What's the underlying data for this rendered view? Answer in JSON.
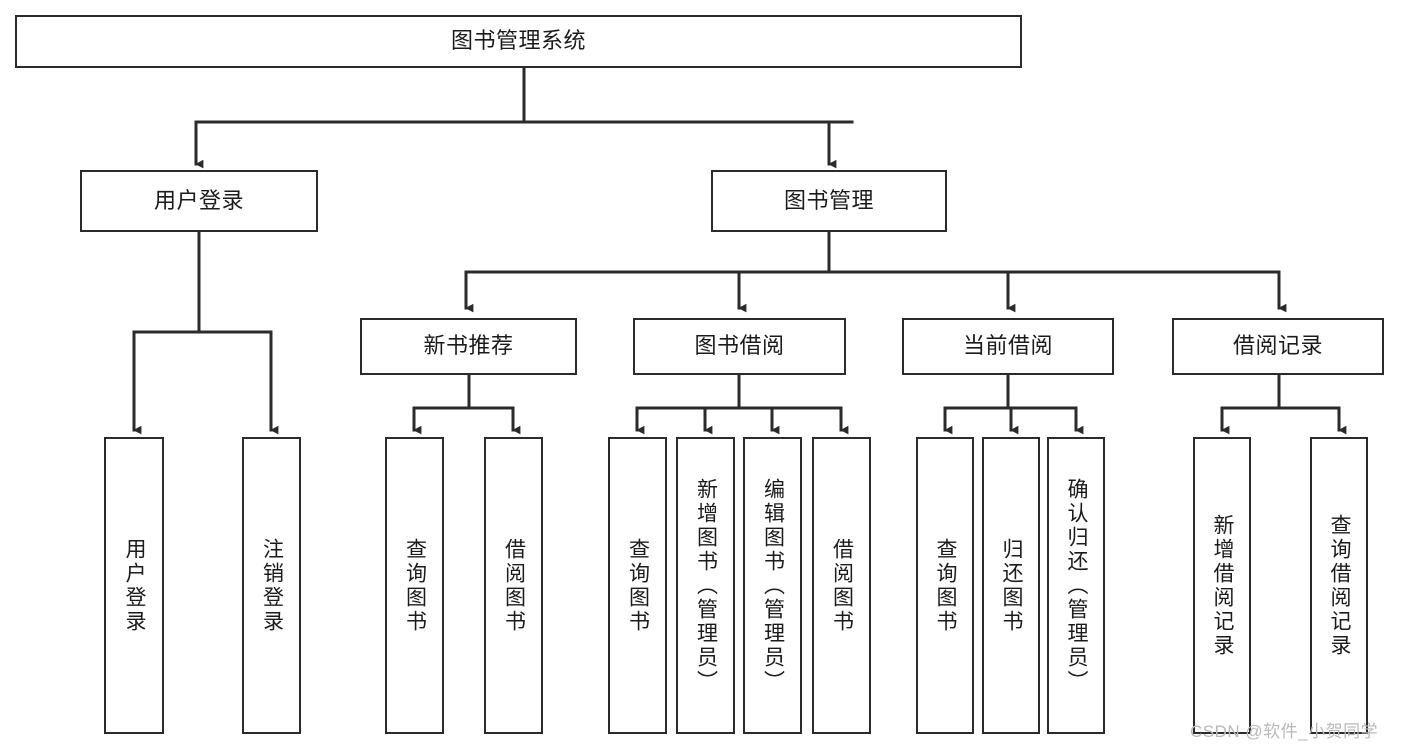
{
  "diagram": {
    "type": "tree",
    "title": "图书管理系统",
    "orientation": "top-down",
    "edge_style": "orthogonal-arrow",
    "colors": {
      "box_border": "#2b2b2b",
      "box_fill": "#ffffff",
      "edge": "#2b2b2b",
      "text": "#1b1b1b",
      "watermark": "#b9b9b9",
      "background": "#ffffff"
    },
    "watermark": "CSDN @软件_小贺同学",
    "nodes": {
      "root": {
        "label": "图书管理系统",
        "level": 0,
        "orientation": "horizontal"
      },
      "l1_0": {
        "label": "用户登录",
        "level": 1,
        "orientation": "horizontal"
      },
      "l1_1": {
        "label": "图书管理",
        "level": 1,
        "orientation": "horizontal"
      },
      "l2_0": {
        "label": "新书推荐",
        "level": 2,
        "orientation": "horizontal"
      },
      "l2_1": {
        "label": "图书借阅",
        "level": 2,
        "orientation": "horizontal"
      },
      "l2_2": {
        "label": "当前借阅",
        "level": 2,
        "orientation": "horizontal"
      },
      "l2_3": {
        "label": "借阅记录",
        "level": 2,
        "orientation": "horizontal"
      },
      "leaf_0": {
        "label": "用户登录",
        "level": 3,
        "orientation": "vertical",
        "parent": "用户登录"
      },
      "leaf_1": {
        "label": "注销登录",
        "level": 3,
        "orientation": "vertical",
        "parent": "用户登录"
      },
      "leaf_2": {
        "label": "查询图书",
        "level": 3,
        "orientation": "vertical",
        "parent": "新书推荐"
      },
      "leaf_3": {
        "label": "借阅图书",
        "level": 3,
        "orientation": "vertical",
        "parent": "新书推荐"
      },
      "leaf_4": {
        "label": "查询图书",
        "level": 3,
        "orientation": "vertical",
        "parent": "图书借阅"
      },
      "leaf_5": {
        "label": "新增图书（管理员）",
        "level": 3,
        "orientation": "vertical",
        "parent": "图书借阅"
      },
      "leaf_6": {
        "label": "编辑图书（管理员）",
        "level": 3,
        "orientation": "vertical",
        "parent": "图书借阅"
      },
      "leaf_7": {
        "label": "借阅图书",
        "level": 3,
        "orientation": "vertical",
        "parent": "图书借阅"
      },
      "leaf_8": {
        "label": "查询图书",
        "level": 3,
        "orientation": "vertical",
        "parent": "当前借阅"
      },
      "leaf_9": {
        "label": "归还图书",
        "level": 3,
        "orientation": "vertical",
        "parent": "当前借阅"
      },
      "leaf_10": {
        "label": "确认归还（管理员）",
        "level": 3,
        "orientation": "vertical",
        "parent": "当前借阅"
      },
      "leaf_11": {
        "label": "新增借阅记录",
        "level": 3,
        "orientation": "vertical",
        "parent": "借阅记录"
      },
      "leaf_12": {
        "label": "查询借阅记录",
        "level": 3,
        "orientation": "vertical",
        "parent": "借阅记录"
      }
    },
    "hierarchy": [
      {
        "label": "图书管理系统",
        "children": [
          {
            "label": "用户登录",
            "children": [
              {
                "label": "用户登录"
              },
              {
                "label": "注销登录"
              }
            ]
          },
          {
            "label": "图书管理",
            "children": [
              {
                "label": "新书推荐",
                "children": [
                  {
                    "label": "查询图书"
                  },
                  {
                    "label": "借阅图书"
                  }
                ]
              },
              {
                "label": "图书借阅",
                "children": [
                  {
                    "label": "查询图书"
                  },
                  {
                    "label": "新增图书（管理员）"
                  },
                  {
                    "label": "编辑图书（管理员）"
                  },
                  {
                    "label": "借阅图书"
                  }
                ]
              },
              {
                "label": "当前借阅",
                "children": [
                  {
                    "label": "查询图书"
                  },
                  {
                    "label": "归还图书"
                  },
                  {
                    "label": "确认归还（管理员）"
                  }
                ]
              },
              {
                "label": "借阅记录",
                "children": [
                  {
                    "label": "新增借阅记录"
                  },
                  {
                    "label": "查询借阅记录"
                  }
                ]
              }
            ]
          }
        ]
      }
    ]
  }
}
